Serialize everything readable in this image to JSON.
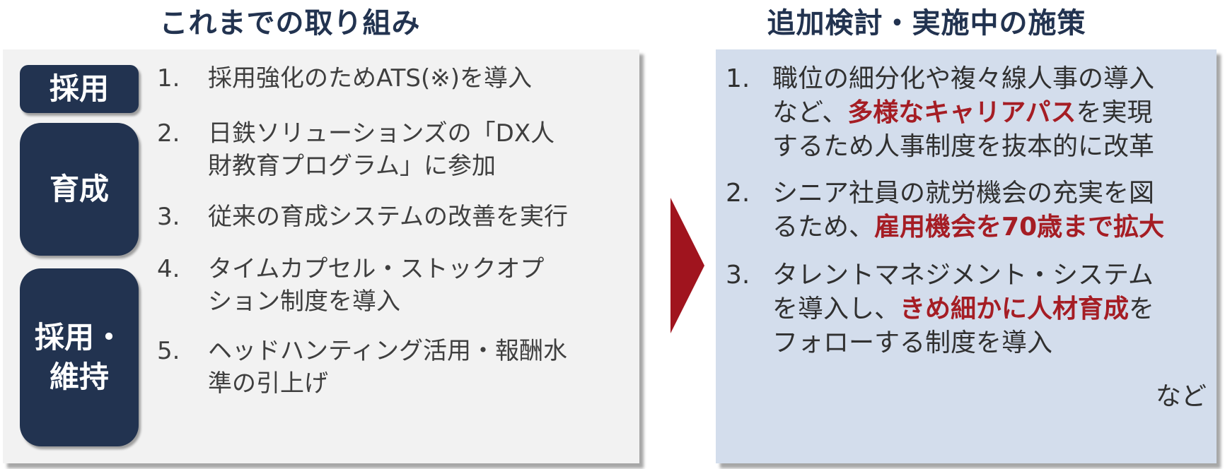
{
  "headings": {
    "left": "これまでの取り組み",
    "right": "追加検討・実施中の施策"
  },
  "badges": {
    "hire": "採用",
    "develop": "育成",
    "hire_retain_line1": "採用・",
    "hire_retain_line2": "維持"
  },
  "left_items": [
    {
      "num": "1.",
      "line1": "採用強化のためATS(※)を導入",
      "line2": ""
    },
    {
      "num": "2.",
      "line1": "日鉄ソリューションズの「DX人",
      "line2": "財教育プログラム」に参加"
    },
    {
      "num": "3.",
      "line1": "従来の育成システムの改善を実行",
      "line2": ""
    },
    {
      "num": "4.",
      "line1": "タイムカプセル・ストックオプ",
      "line2": "ション制度を導入"
    },
    {
      "num": "5.",
      "line1": "ヘッドハンティング活用・報酬水",
      "line2": "準の引上げ"
    }
  ],
  "right_items": [
    {
      "num": "1.",
      "l1": "職位の細分化や複々線人事の導入",
      "l2_pre": "など、",
      "l2_hl": "多様なキャリアパス",
      "l2_post": "を実現",
      "l3": "するため人事制度を抜本的に改革"
    },
    {
      "num": "2.",
      "l1": "シニア社員の就労機会の充実を図",
      "l2_pre": "るため、",
      "l2_hl": "雇用機会を70歳まで拡大",
      "l2_post": ""
    },
    {
      "num": "3.",
      "l1": "タレントマネジメント・システム",
      "l2_pre": "を導入し、",
      "l2_hl": "きめ細かに人材育成",
      "l2_post": "を",
      "l3": "フォローする制度を導入"
    }
  ],
  "etc": "など",
  "colors": {
    "navy": "#223350",
    "highlight_red": "#a51d24",
    "arrow_red": "#a0141e",
    "left_panel_bg": "#f2f2f2",
    "right_panel_bg": "#d3ddec"
  }
}
